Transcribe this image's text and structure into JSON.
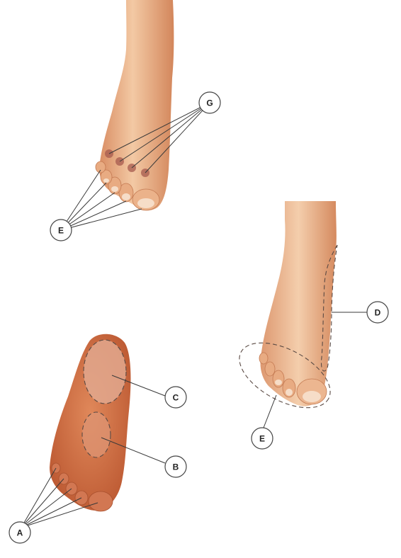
{
  "colors": {
    "skin_light": "#f0c29a",
    "skin_mid": "#df9f74",
    "skin_dark": "#c96f47",
    "sole": "#cf6a3e",
    "shaded_area": "#e2a88e",
    "nail": "#f6ddc8",
    "line": "#3a3a3a"
  },
  "callouts": {
    "A": "A",
    "B": "B",
    "C": "C",
    "D": "D",
    "E_top": "E",
    "E_right": "E",
    "G": "G"
  }
}
